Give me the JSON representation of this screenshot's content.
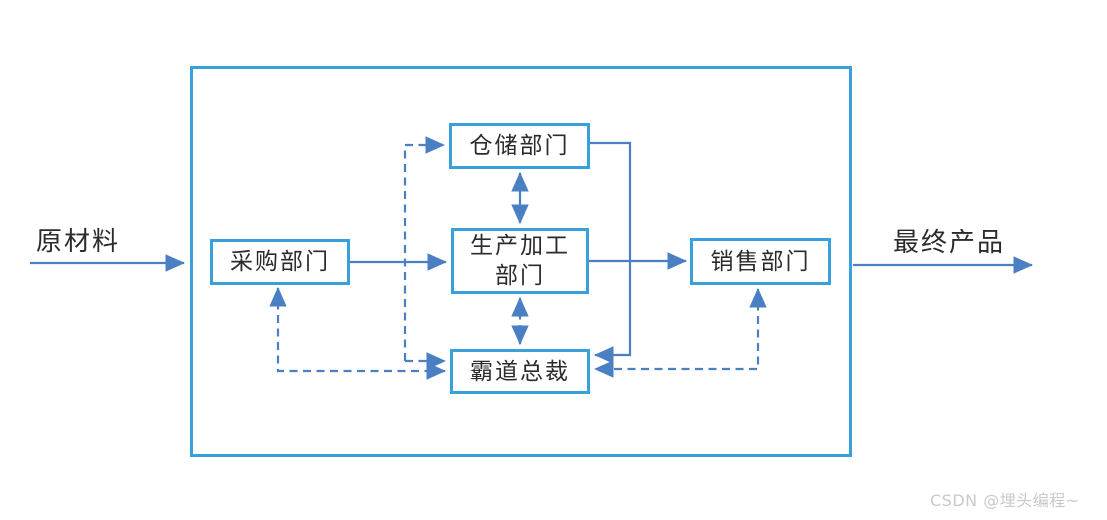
{
  "colors": {
    "background": "#ffffff",
    "box_border": "#38a1dc",
    "connector": "#4a80c3",
    "text": "#2b2b2b",
    "watermark": "#c9c9c9"
  },
  "nodes": {
    "purchasing": {
      "label": "采购部门"
    },
    "warehouse": {
      "label": "仓储部门"
    },
    "production": {
      "label": "生产加工\n部门"
    },
    "sales": {
      "label": "销售部门"
    },
    "ceo": {
      "label": "霸道总裁"
    }
  },
  "labels": {
    "input": "原材料",
    "output": "最终产品"
  },
  "edges": [
    {
      "from": "原材料",
      "to": "采购部门",
      "style": "solid",
      "arrows": "one-way"
    },
    {
      "from": "采购部门",
      "to": "生产加工部门",
      "style": "solid",
      "arrows": "one-way"
    },
    {
      "from": "生产加工部门",
      "to": "销售部门",
      "style": "solid",
      "arrows": "one-way"
    },
    {
      "from": "仓储部门",
      "to": "生产加工部门",
      "style": "solid",
      "arrows": "two-way"
    },
    {
      "from": "仓储部门",
      "to": "霸道总裁",
      "style": "solid",
      "arrows": "one-way"
    },
    {
      "from": "销售部门",
      "to": "最终产品",
      "style": "solid",
      "arrows": "one-way"
    },
    {
      "from": "霸道总裁",
      "to": "生产加工部门",
      "style": "dashed",
      "arrows": "two-way"
    },
    {
      "from": "霸道总裁",
      "to": "采购部门",
      "style": "dashed",
      "arrows": "two-way"
    },
    {
      "from": "霸道总裁",
      "to": "仓储部门",
      "style": "dashed",
      "arrows": "two-way"
    },
    {
      "from": "霸道总裁",
      "to": "销售部门",
      "style": "dashed",
      "arrows": "two-way"
    }
  ],
  "watermark": {
    "text": "CSDN @埋头编程~"
  }
}
